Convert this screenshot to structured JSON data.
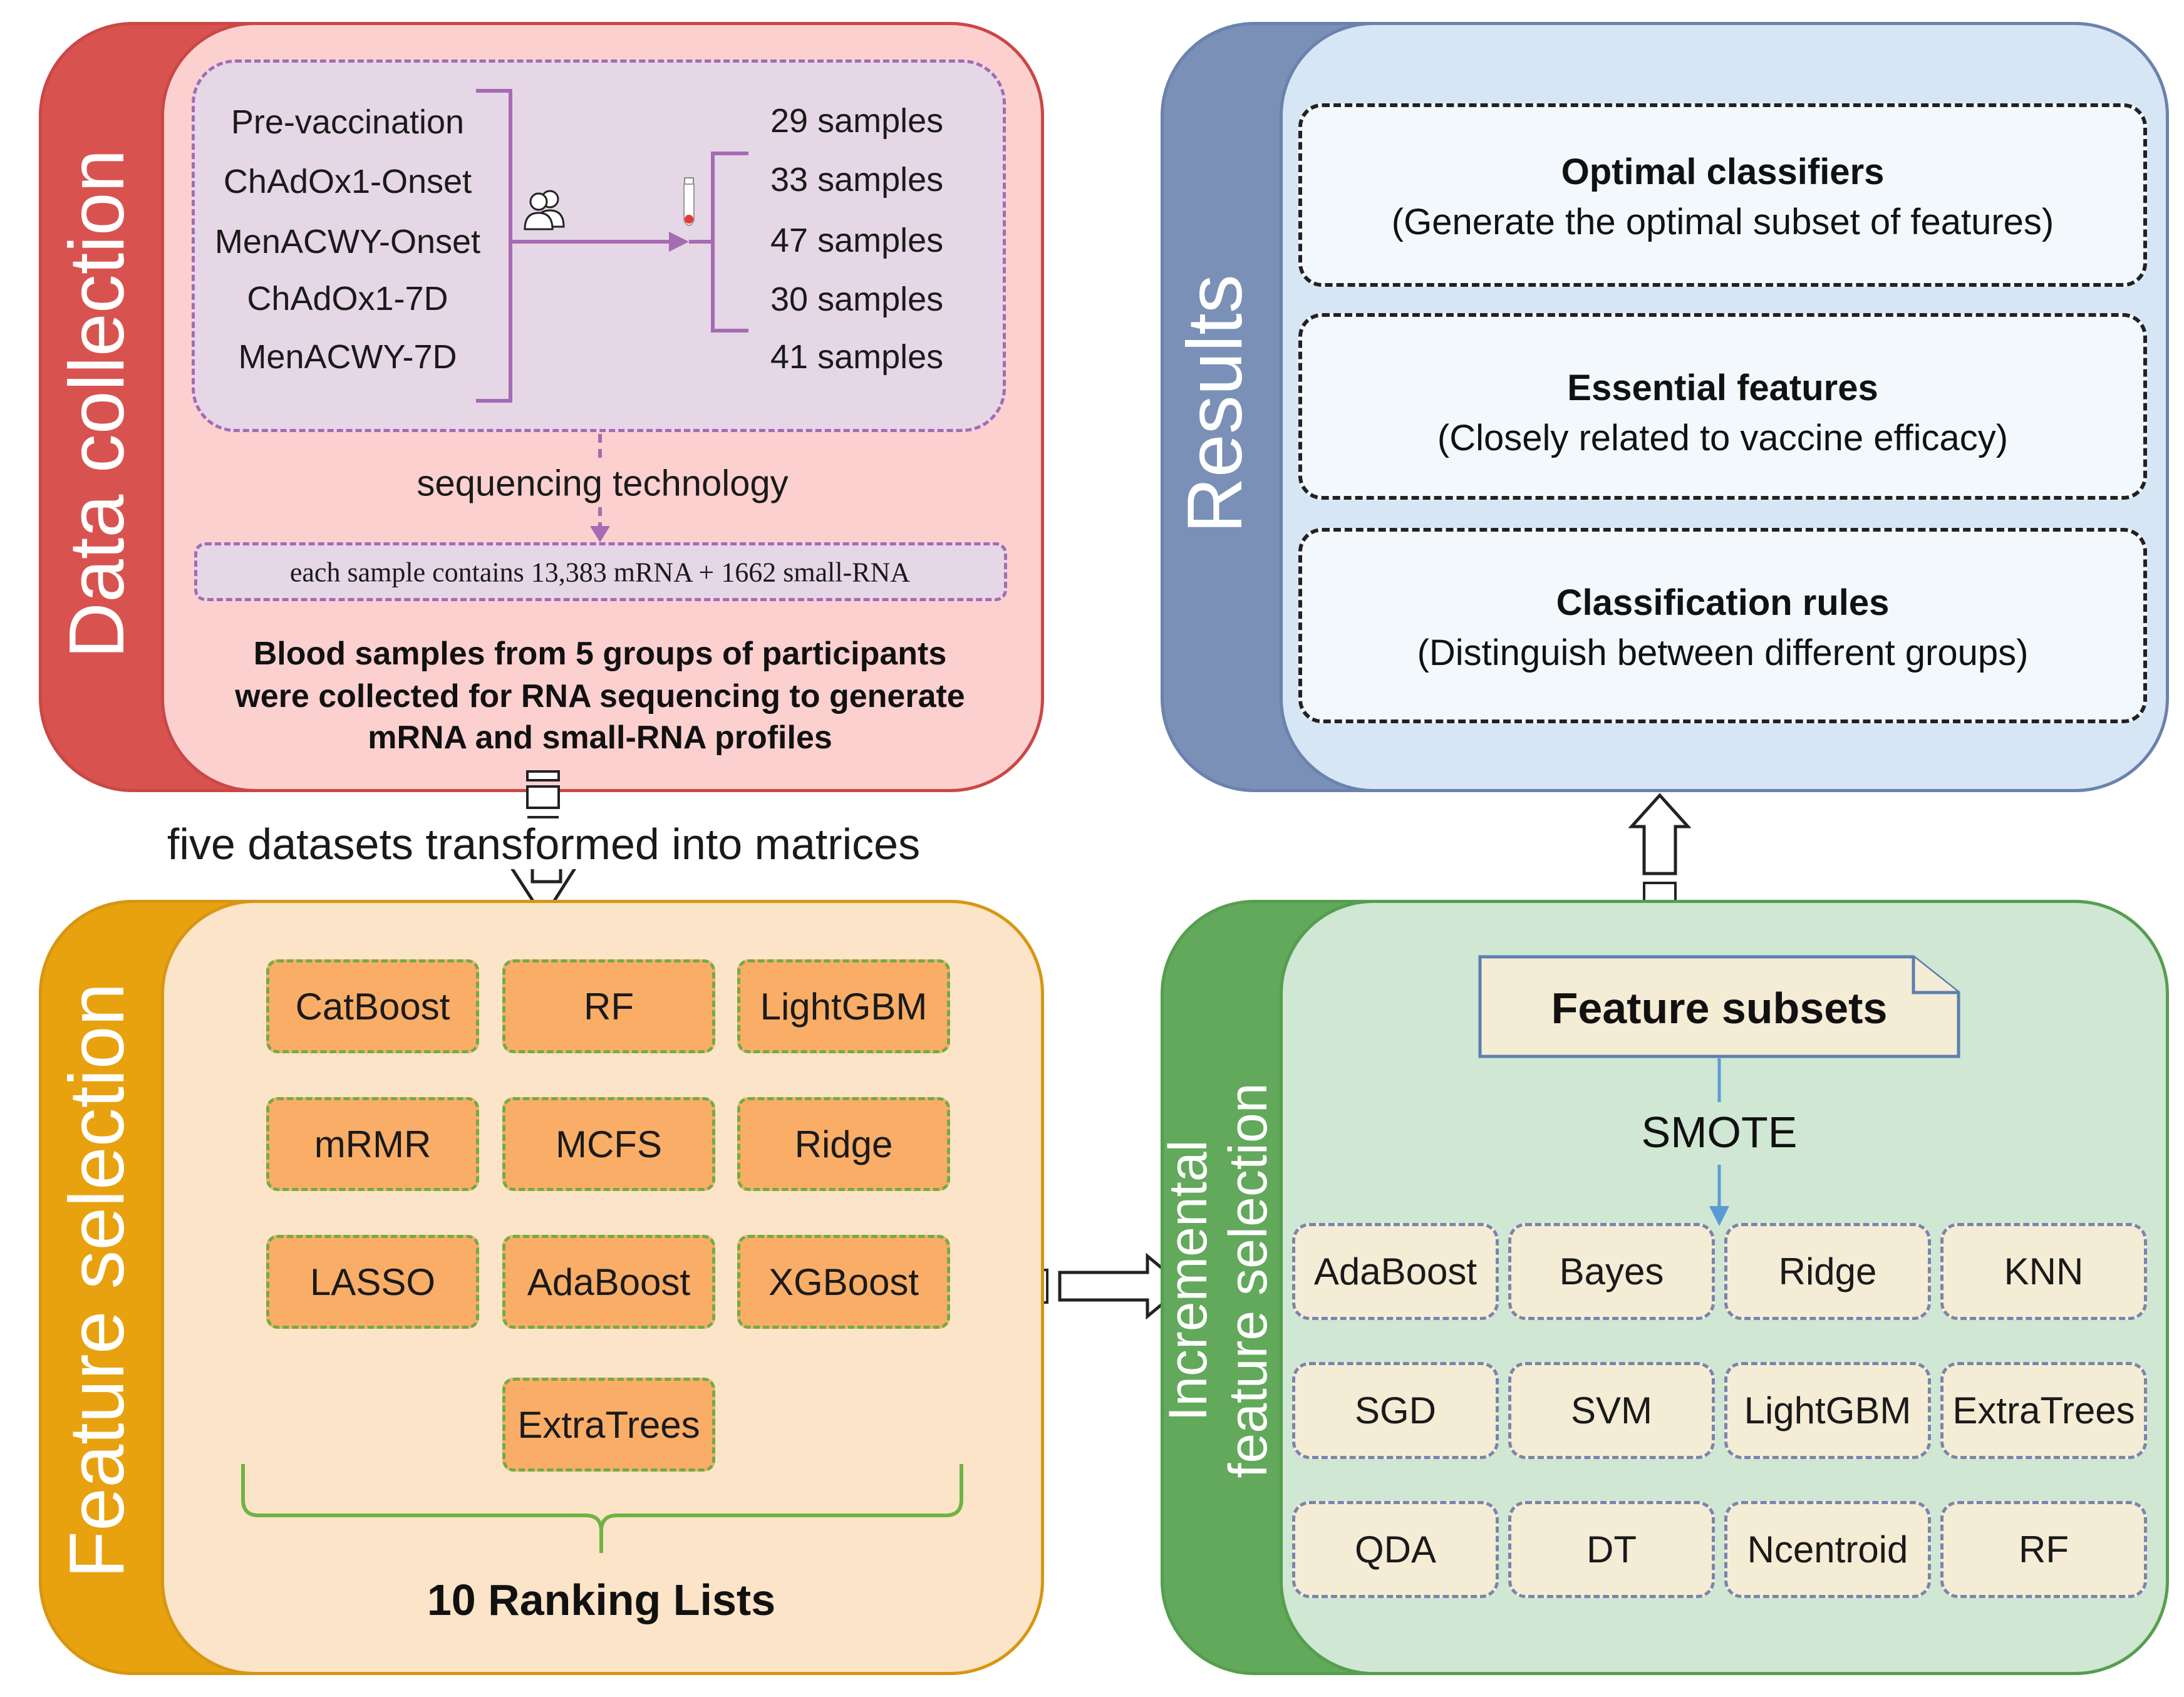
{
  "colors": {
    "data_collection_dark": "#d8534f",
    "data_collection_light": "#fdd0d0",
    "results_dark": "#7a90b6",
    "results_light": "#d6e6f4",
    "feature_selection_dark": "#e8a10f",
    "feature_selection_light": "#fce4c8",
    "incremental_dark": "#62a95b",
    "incremental_light": "#cfe7d3",
    "purple_line": "#a56bb3",
    "green_brace": "#6fb344",
    "blue_arrow": "#5b9bd5"
  },
  "data_collection": {
    "title": "Data collection",
    "groups": [
      "Pre-vaccination",
      "ChAdOx1-Onset",
      "MenACWY-Onset",
      "ChAdOx1-7D",
      "MenACWY-7D"
    ],
    "samples": [
      "29 samples",
      "33 samples",
      "47 samples",
      "30 samples",
      "41 samples"
    ],
    "participants_icon": "participants-icon",
    "tube_icon": "blood-tube-icon",
    "sequencing_label": "sequencing technology",
    "sample_content": "each sample contains 13,383 mRNA + 1662 small-RNA",
    "description": [
      "Blood samples from 5 groups of participants",
      "were collected for RNA sequencing to generate",
      "mRNA and small-RNA profiles"
    ]
  },
  "transform_label": "five datasets transformed into matrices",
  "feature_selection": {
    "title": "Feature selection",
    "methods": [
      "CatBoost",
      "RF",
      "LightGBM",
      "mRMR",
      "MCFS",
      "Ridge",
      "LASSO",
      "AdaBoost",
      "XGBoost",
      "ExtraTrees"
    ],
    "ranking_label": "10 Ranking Lists"
  },
  "incremental": {
    "title_line1": "Incremental",
    "title_line2": "feature selection",
    "subsets_label": "Feature subsets",
    "smote_label": "SMOTE",
    "classifiers": [
      "AdaBoost",
      "Bayes",
      "Ridge",
      "KNN",
      "SGD",
      "SVM",
      "LightGBM",
      "ExtraTrees",
      "QDA",
      "DT",
      "Ncentroid",
      "RF"
    ]
  },
  "results": {
    "title": "Results",
    "items": [
      {
        "title": "Optimal classifiers",
        "subtitle": "(Generate the optimal subset of features)"
      },
      {
        "title": "Essential features",
        "subtitle": "(Closely related to vaccine efficacy)"
      },
      {
        "title": "Classification rules",
        "subtitle": "(Distinguish between different groups)"
      }
    ]
  }
}
